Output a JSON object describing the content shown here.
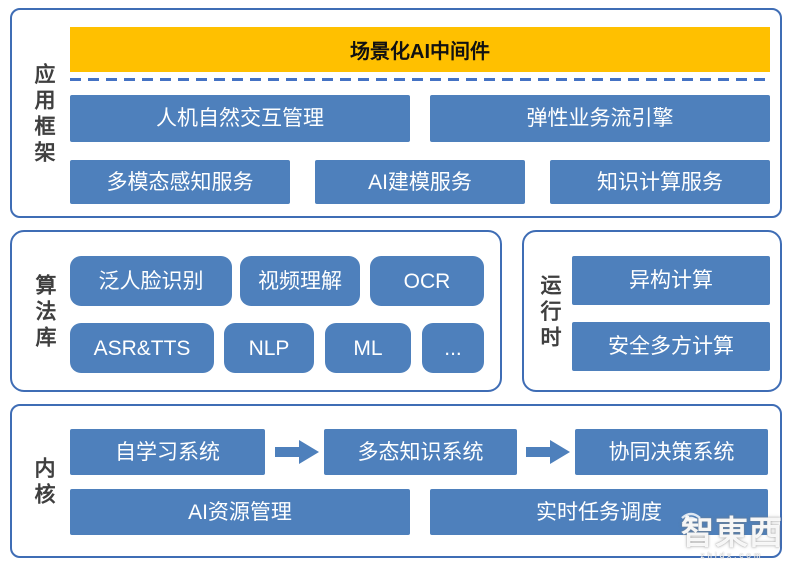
{
  "palette": {
    "yellow": "#ffc000",
    "box": "#4e80bc",
    "border": "#3f6db5",
    "dash": "#4472c4",
    "label": "#3f3f3f",
    "box_text": "#ffffff"
  },
  "sections": {
    "app_framework": {
      "label": "应用框架",
      "middleware": "场景化AI中间件",
      "row1": [
        "人机自然交互管理",
        "弹性业务流引擎"
      ],
      "row2": [
        "多模态感知服务",
        "AI建模服务",
        "知识计算服务"
      ]
    },
    "algorithm_library": {
      "label": "算法库",
      "row1": [
        "泛人脸识别",
        "视频理解",
        "OCR"
      ],
      "row2": [
        "ASR&TTS",
        "NLP",
        "ML",
        "..."
      ]
    },
    "runtime": {
      "label": "运行时",
      "items": [
        "异构计算",
        "安全多方计算"
      ]
    },
    "kernel": {
      "label": "内核",
      "flow": [
        "自学习系统",
        "多态知识系统",
        "协同决策系统"
      ],
      "row2": [
        "AI资源管理",
        "实时任务调度"
      ]
    }
  },
  "watermark": {
    "logo": "智東西",
    "domain": "zhidx.com"
  }
}
